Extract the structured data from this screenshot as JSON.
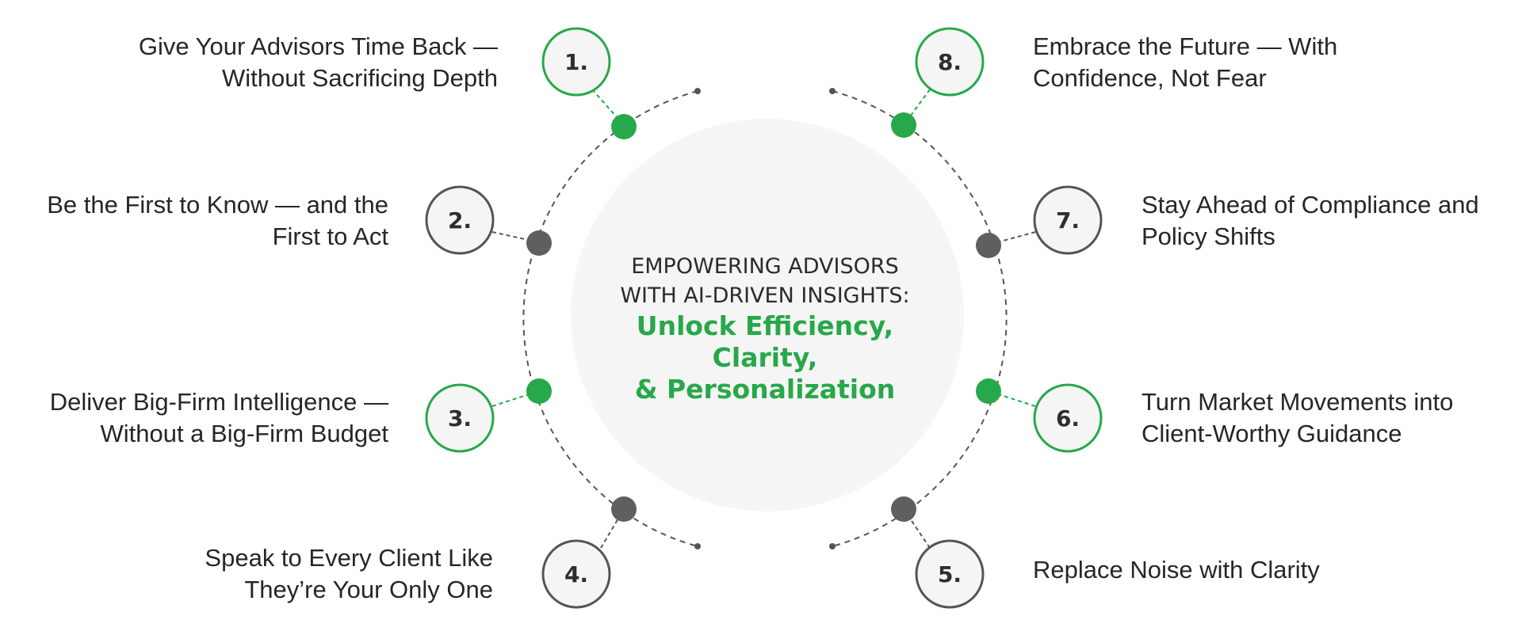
{
  "colors": {
    "accent_green": "#27a84a",
    "node_gray": "#5f5f5f",
    "ring_dash": "#555555",
    "circle_fill": "#f5f5f5",
    "text": "#262626"
  },
  "center": {
    "heading_line1": "EMPOWERING ADVISORS",
    "heading_line2": "WITH AI-DRIVEN INSIGHTS:",
    "accent_line1": "Unlock Efficiency, Clarity,",
    "accent_line2": "& Personalization"
  },
  "items": [
    {
      "number": "1.",
      "color": "green",
      "line1": "Give Your Advisors Time Back —",
      "line2": "Without Sacrificing Depth"
    },
    {
      "number": "2.",
      "color": "gray",
      "line1": "Be the First to Know — and the",
      "line2": "First to Act"
    },
    {
      "number": "3.",
      "color": "green",
      "line1": "Deliver Big-Firm Intelligence —",
      "line2": "Without a Big-Firm Budget"
    },
    {
      "number": "4.",
      "color": "gray",
      "line1": "Speak to Every Client Like",
      "line2": "They’re Your Only One"
    },
    {
      "number": "5.",
      "color": "gray",
      "line1": "Replace Noise with Clarity",
      "line2": ""
    },
    {
      "number": "6.",
      "color": "green",
      "line1": "Turn Market Movements into",
      "line2": "Client-Worthy Guidance"
    },
    {
      "number": "7.",
      "color": "gray",
      "line1": "Stay Ahead of Compliance and",
      "line2": "Policy Shifts"
    },
    {
      "number": "8.",
      "color": "green",
      "line1": "Embrace the Future — With",
      "line2": "Confidence, Not Fear"
    }
  ]
}
